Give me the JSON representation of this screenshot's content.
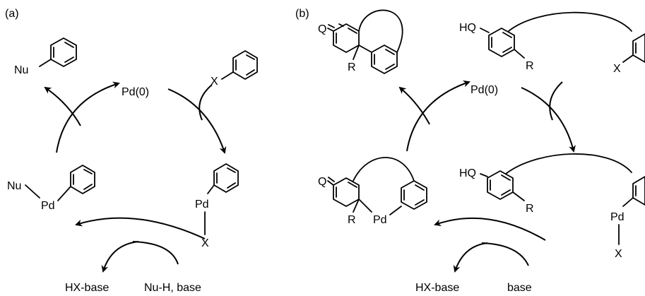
{
  "panel_a": {
    "label": "(a)",
    "catalyst": "Pd(0)",
    "substrate_halide": "X",
    "oxidative_addition": {
      "metal": "Pd",
      "halide": "X"
    },
    "product": {
      "nucleophile": "Nu"
    },
    "intermediate": {
      "nucleophile": "Nu",
      "metal": "Pd"
    },
    "byproduct": "HX-base",
    "reagent": "Nu-H, base"
  },
  "panel_b": {
    "label": "(b)",
    "catalyst": "Pd(0)",
    "product": {
      "oxo": "Q",
      "substituent": "R"
    },
    "substrate": {
      "hydroxy": "HQ",
      "substituent": "R",
      "halide": "X"
    },
    "oxidative_addition": {
      "hydroxy": "HQ",
      "substituent": "R",
      "metal": "Pd",
      "halide": "X"
    },
    "intermediate": {
      "oxo": "Q",
      "substituent": "R",
      "metal": "Pd"
    },
    "byproduct": "HX-base",
    "reagent": "base"
  }
}
